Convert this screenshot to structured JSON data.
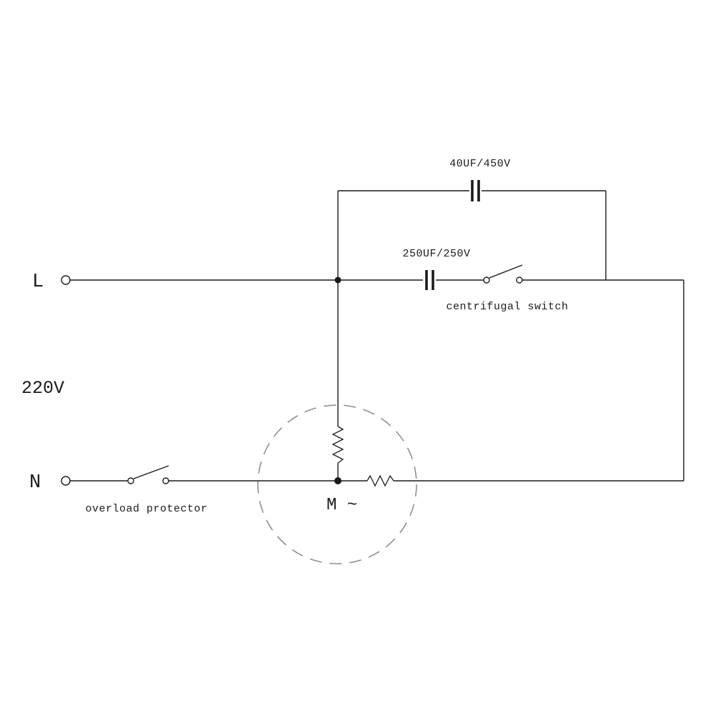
{
  "diagram": {
    "power": {
      "line_l": "L",
      "line_n": "N",
      "voltage": "220V"
    },
    "components": {
      "capacitor_run": "40UF/450V",
      "capacitor_start": "250UF/250V",
      "centrifugal_switch": "centrifugal switch",
      "overload_protector": "overload protector",
      "motor": "M ~"
    },
    "colors": {
      "wire": "#1a1a1a",
      "motor_outline": "#8f8f8f",
      "background": "#ffffff"
    }
  }
}
